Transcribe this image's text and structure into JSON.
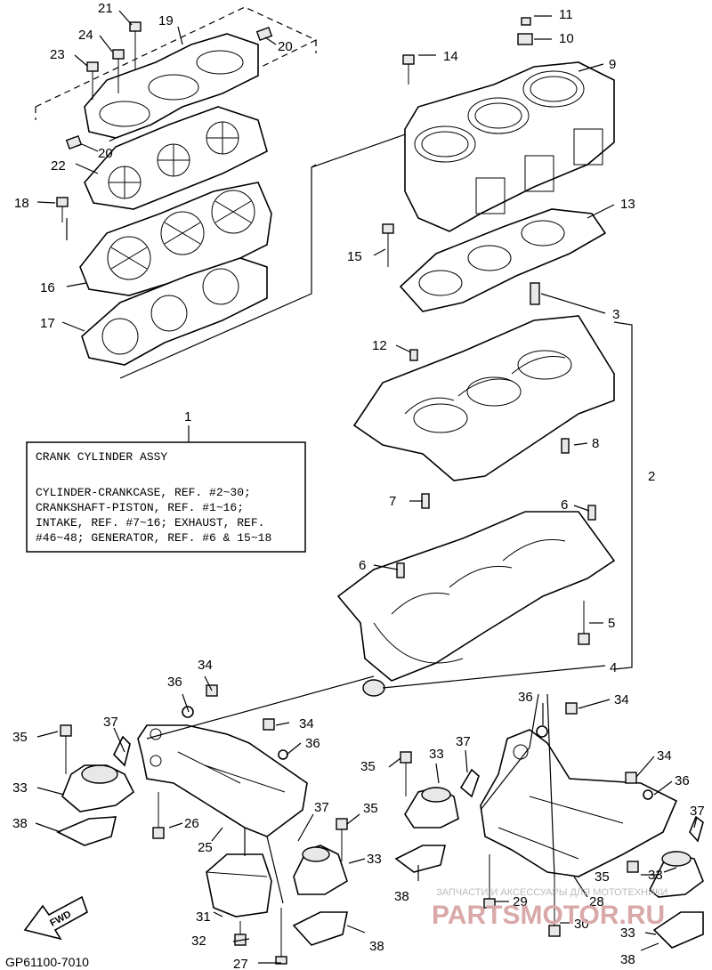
{
  "assembly_box": {
    "title": "CRANK CYLINDER ASSY",
    "lines": [
      "CYLINDER-CRANKCASE, REF. #2~30;",
      "CRANKSHAFT-PISTON, REF. #1~16;",
      "INTAKE, REF. #7~16; EXHAUST, REF.",
      "#46~48; GENERATOR, REF. #6 & 15~18"
    ]
  },
  "callouts": {
    "c1": "1",
    "c2": "2",
    "c3": "3",
    "c4": "4",
    "c5": "5",
    "c6a": "6",
    "c6b": "6",
    "c7": "7",
    "c8": "8",
    "c9": "9",
    "c10": "10",
    "c11": "11",
    "c12": "12",
    "c13": "13",
    "c14": "14",
    "c15": "15",
    "c16": "16",
    "c17": "17",
    "c18": "18",
    "c19": "19",
    "c20a": "20",
    "c20b": "20",
    "c21": "21",
    "c22": "22",
    "c23": "23",
    "c24": "24",
    "c25": "25",
    "c26": "26",
    "c27": "27",
    "c28": "28",
    "c29": "29",
    "c30": "30",
    "c31": "31",
    "c32": "32",
    "c33a": "33",
    "c33b": "33",
    "c33c": "33",
    "c33d": "33",
    "c33e": "33",
    "c34a": "34",
    "c34b": "34",
    "c34c": "34",
    "c34d": "34",
    "c35a": "35",
    "c35b": "35",
    "c35c": "35",
    "c35d": "35",
    "c36a": "36",
    "c36b": "36",
    "c36c": "36",
    "c36d": "36",
    "c37a": "37",
    "c37b": "37",
    "c37c": "37",
    "c37d": "37",
    "c38a": "38",
    "c38b": "38",
    "c38c": "38",
    "c38d": "38"
  },
  "fwd_label": "FWD",
  "drawing_code": "GP61100-7010",
  "watermark": {
    "small_text": "ЗАПЧАСТИ И АКСЕССУАРЫ ДЛЯ МОТОТЕХНИКИ",
    "logo_text": "PARTSMOTOR.RU"
  }
}
